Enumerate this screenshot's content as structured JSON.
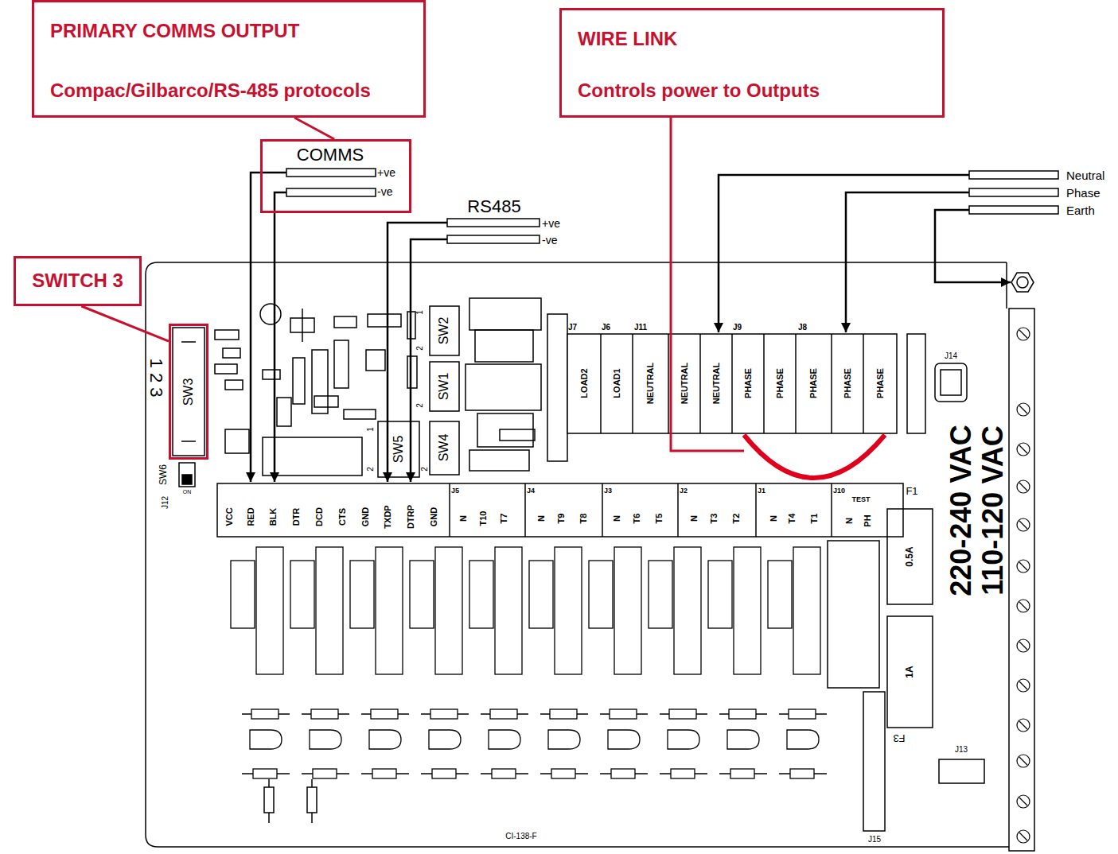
{
  "diagram": {
    "nodes": [
      {
        "text": [
          "PRIMARY COMMS OUTPUT",
          "Compac/Gilbarco/RS-485 protocols"
        ]
      },
      {
        "text": [
          "WIRE LINK",
          "Controls power to Outputs"
        ]
      },
      {
        "text": [
          "COMMS",
          "+ve",
          "-ve"
        ]
      },
      {
        "text": [
          "SWITCH 3"
        ]
      },
      {
        "text": [
          "SW3"
        ]
      }
    ],
    "edges": [
      {
        "from": 0,
        "to": 2,
        "arrow": "none"
      },
      {
        "from": 3,
        "to": 4,
        "arrow": "none"
      }
    ],
    "labels": [
      "RS485",
      "+ve",
      "-ve",
      "Neutral",
      "Phase",
      "Earth",
      "1 2 3",
      "SW2",
      "1",
      "2",
      "SW1",
      "2",
      "SW5",
      "1",
      "2",
      "SW4",
      "2",
      "J7",
      "J6",
      "J11",
      "J9",
      "J8",
      "LOAD2",
      "LOAD1",
      "NEUTRAL",
      "NEUTRAL",
      "NEUTRAL",
      "PHASE",
      "PHASE",
      "PHASE",
      "PHASE",
      "PHASE",
      "J14",
      "SW6",
      "ON",
      "J12",
      "VCC",
      "RED",
      "BLK",
      "DTR",
      "DCD",
      "CTS",
      "GND",
      "TXDP",
      "DTRP",
      "GND",
      "J5",
      "N",
      "T10",
      "T7",
      "J4",
      "N",
      "T9",
      "T8",
      "J3",
      "N",
      "T6",
      "T5",
      "J2",
      "N",
      "T3",
      "T2",
      "J1",
      "N",
      "T4",
      "T1",
      "J10",
      "TEST",
      "N",
      "PH",
      "F1",
      "0.5A",
      "1A",
      "F3",
      "220-240 VAC",
      "110-120 VAC",
      "J13",
      "J15",
      "CI-138-F"
    ]
  }
}
